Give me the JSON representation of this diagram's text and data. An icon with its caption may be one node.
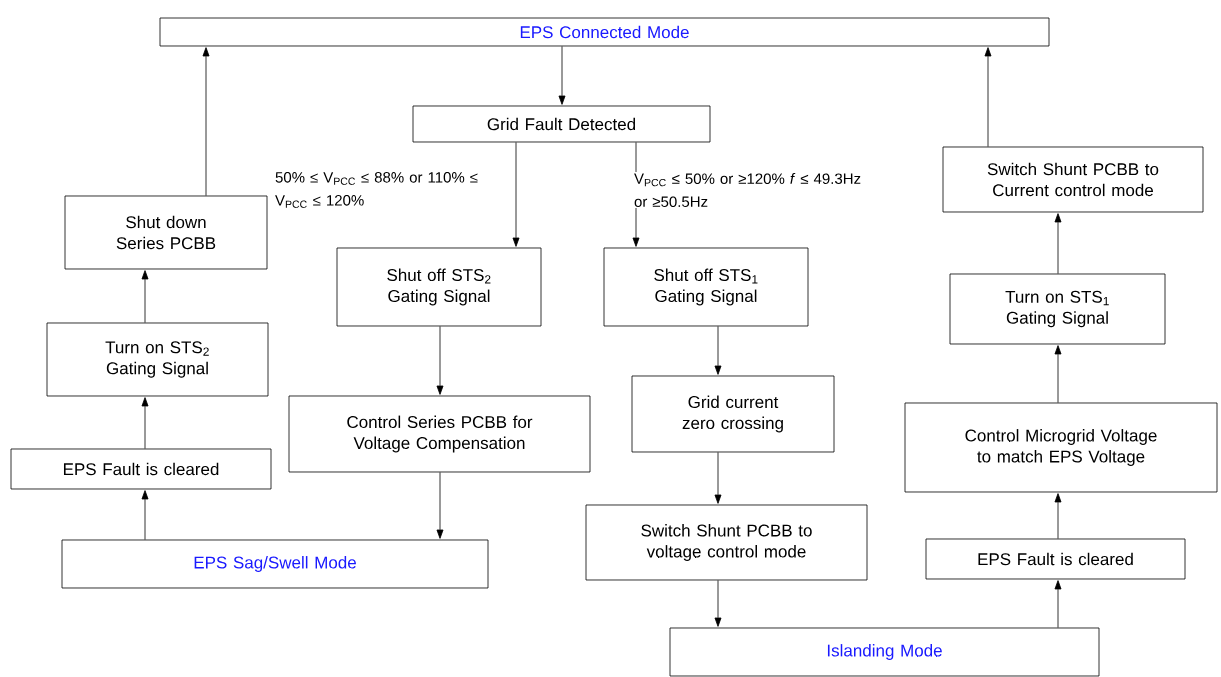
{
  "diagram": {
    "nodes": [
      {
        "text": [
          "EPS Connected Mode"
        ]
      },
      {
        "text": [
          "Grid Fault Detected"
        ]
      },
      {
        "text": [
          "Switch Shunt PCBB to Current control mode"
        ]
      },
      {
        "text": [
          "Shut down Series PCBB"
        ]
      },
      {
        "text": [
          "Shut off STS$_{2}$ Gating Signal"
        ]
      },
      {
        "text": [
          "Shut off STS$_{1}$ Gating Signal"
        ]
      },
      {
        "text": [
          "Turn on STS$_{1}$ Gating Signal"
        ]
      },
      {
        "text": [
          "Turn on STS$_{2}$ Gating Signal"
        ]
      },
      {
        "text": [
          "Control Series PCBB for Voltage Compensation"
        ]
      },
      {
        "text": [
          "Grid current zero crossing"
        ]
      },
      {
        "text": [
          "Control Microgrid Voltage to match EPS Voltage"
        ]
      },
      {
        "text": [
          "EPS Fault is cleared"
        ]
      },
      {
        "text": [
          "Switch Shunt PCBB to voltage control mode"
        ]
      },
      {
        "text": [
          "EPS Sag/Swell Mode"
        ]
      },
      {
        "text": [
          "EPS Fault is cleared"
        ]
      },
      {
        "text": [
          "Islanding Mode"
        ]
      }
    ],
    "edges": [
      {
        "from": 0,
        "to": 1,
        "arrow": "to"
      },
      {
        "from": 1,
        "to": 4,
        "arrow": "to",
        "label": "50% ≤ V$_{PCC}$ ≤ 88% or 110% ≤ V$_{PCC}$ ≤ 120%"
      },
      {
        "from": 1,
        "to": 5,
        "arrow": "to",
        "label": "V$_{PCC}$ ≤ 50% or ≥120% *f* ≤ 49.3Hz or ≥50.5Hz"
      },
      {
        "from": 4,
        "to": 8,
        "arrow": "to"
      },
      {
        "from": 8,
        "to": 13,
        "arrow": "to"
      },
      {
        "from": 13,
        "to": 11,
        "arrow": "to"
      },
      {
        "from": 11,
        "to": 7,
        "arrow": "to"
      },
      {
        "from": 7,
        "to": 3,
        "arrow": "to"
      },
      {
        "from": 3,
        "to": 0,
        "arrow": "to"
      },
      {
        "from": 5,
        "to": 9,
        "arrow": "to"
      },
      {
        "from": 9,
        "to": 12,
        "arrow": "to"
      },
      {
        "from": 12,
        "to": 15,
        "arrow": "to"
      },
      {
        "from": 15,
        "to": 14,
        "arrow": "to"
      },
      {
        "from": 14,
        "to": 10,
        "arrow": "to"
      },
      {
        "from": 10,
        "to": 6,
        "arrow": "to"
      },
      {
        "from": 6,
        "to": 2,
        "arrow": "to"
      },
      {
        "from": 2,
        "to": 0,
        "arrow": "to"
      }
    ]
  }
}
